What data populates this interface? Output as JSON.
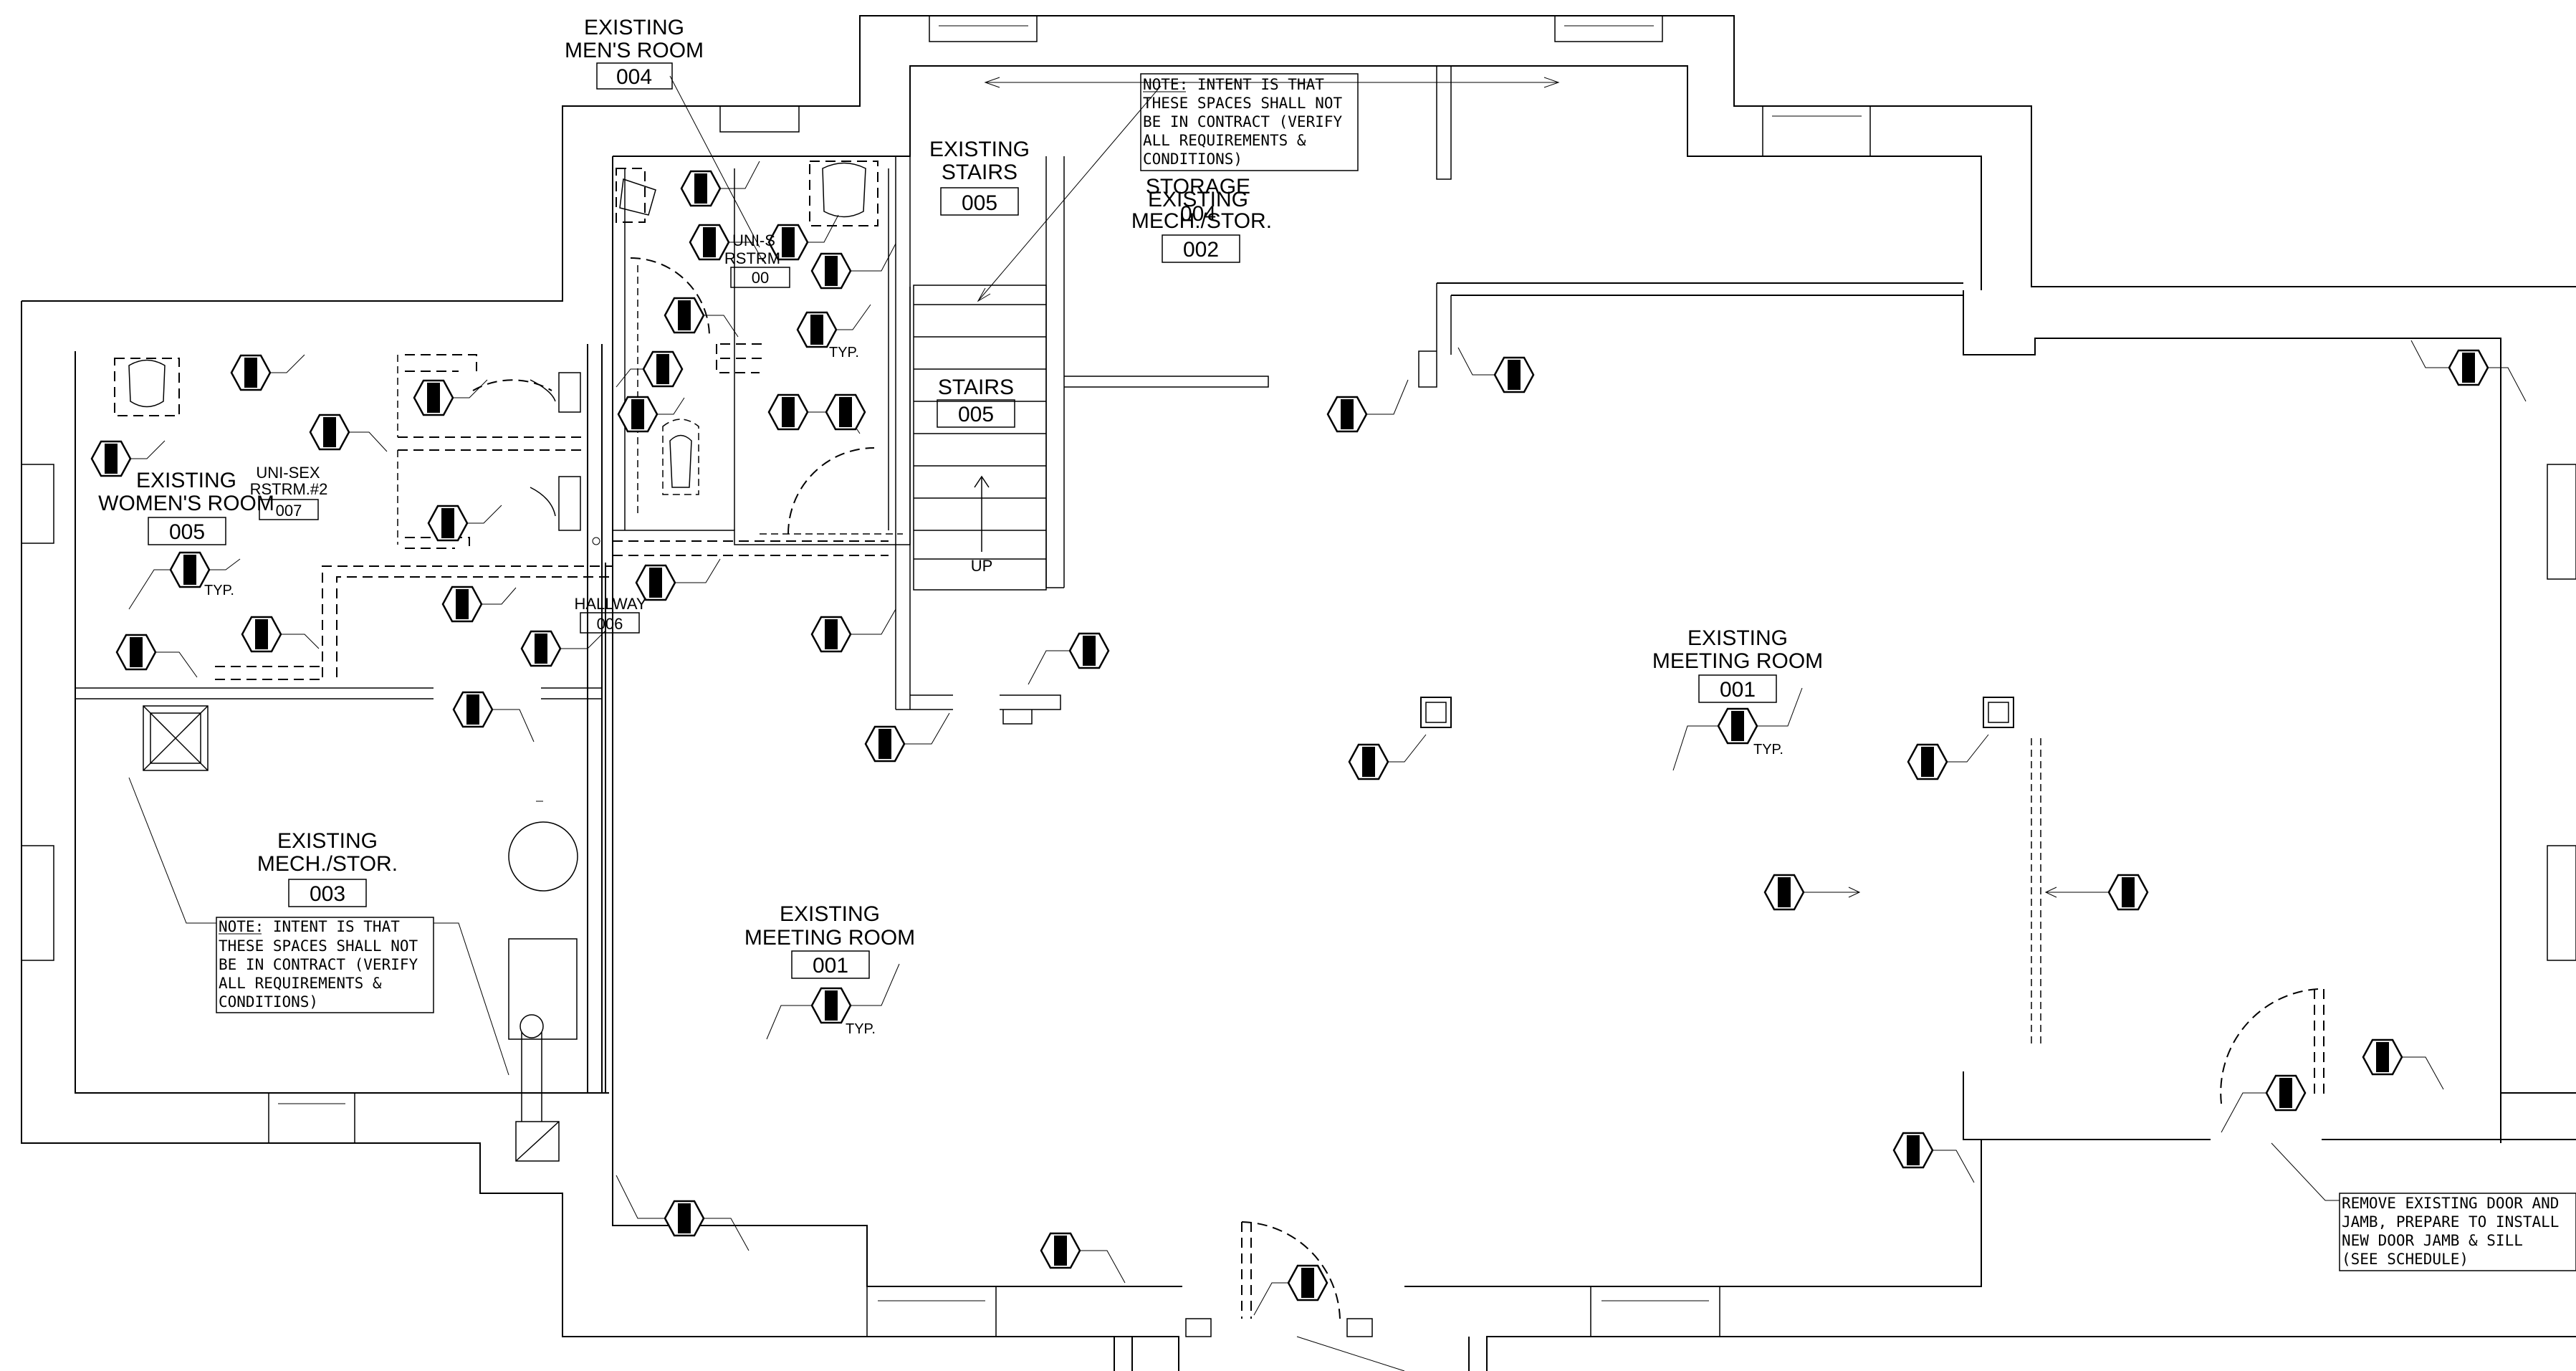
{
  "rooms": {
    "mens_room": {
      "title1": "EXISTING",
      "title2": "MEN'S ROOM",
      "number": "004"
    },
    "existing_stairs": {
      "title1": "EXISTING",
      "title2": "STAIRS",
      "number": "005"
    },
    "storage": {
      "title1": "STORAGE",
      "title_overlap": "EXISTING",
      "number_overlap": "004",
      "title2": "MECH./STOR.",
      "number": "002"
    },
    "uni_sex_1": {
      "title1": "UNI-S",
      "title2": "RSTRM",
      "number": "00"
    },
    "stairs": {
      "title1": "STAIRS",
      "number": "005"
    },
    "womens_room": {
      "title1": "EXISTING",
      "title2": "WOMEN'S ROOM",
      "number": "005"
    },
    "uni_sex_2": {
      "title1": "UNI-SEX",
      "title2": "RSTRM.#2",
      "number": "007"
    },
    "hallway": {
      "title1": "HALLWAY",
      "number": "006"
    },
    "mech_stor": {
      "title1": "EXISTING",
      "title2": "MECH./STOR.",
      "number": "003"
    },
    "meeting_room_left": {
      "title1": "EXISTING",
      "title2": "MEETING ROOM",
      "number": "001"
    },
    "meeting_room_right": {
      "title1": "EXISTING",
      "title2": "MEETING ROOM",
      "number": "001"
    }
  },
  "notes": {
    "top_note": [
      "NOTE: INTENT IS THAT",
      "THESE SPACES SHALL NOT",
      "BE IN CONTRACT (VERIFY",
      "ALL REQUIREMENTS &",
      "CONDITIONS)"
    ],
    "left_note": [
      "NOTE: INTENT IS THAT",
      "THESE SPACES SHALL NOT",
      "BE IN CONTRACT (VERIFY",
      "ALL REQUIREMENTS &",
      "CONDITIONS)"
    ],
    "door_note": [
      "REMOVE EXISTING DOOR AND",
      "JAMB, PREPARE TO INSTALL",
      "NEW DOOR JAMB & SILL",
      "(SEE SCHEDULE)"
    ]
  },
  "annotations": {
    "typ": "TYP.",
    "up": "UP"
  },
  "icons": {
    "keynote_tag": "hexagon-keynote-icon",
    "column": "square-column-icon"
  }
}
